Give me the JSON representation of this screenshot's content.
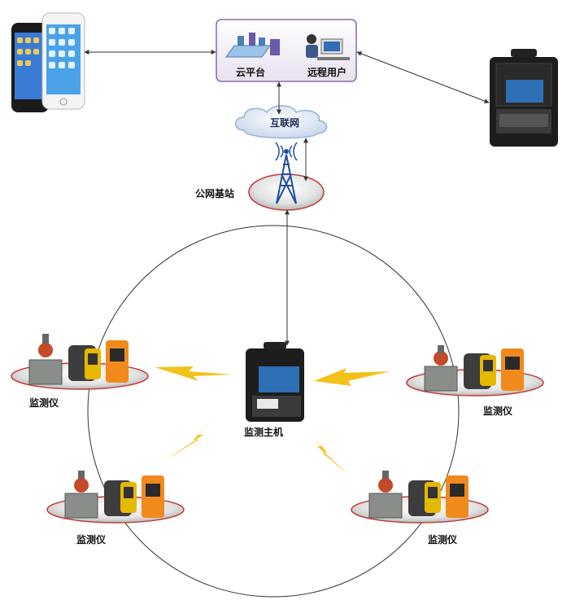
{
  "cloud_platform": {
    "label_platform": "云平台",
    "label_remote_user": "远程用户"
  },
  "internet": {
    "label": "互联网"
  },
  "base_station": {
    "label": "公网基站"
  },
  "host": {
    "label": "监测主机"
  },
  "monitors": [
    {
      "label": "监测仪"
    },
    {
      "label": "监测仪"
    },
    {
      "label": "监测仪"
    },
    {
      "label": "监测仪"
    }
  ],
  "colors": {
    "platform_border": "#8a6aa8",
    "platform_fill": "#f1ecf6",
    "disc_edge": "#c23a3a",
    "lightning": "#f2c21b",
    "line": "#333333"
  }
}
